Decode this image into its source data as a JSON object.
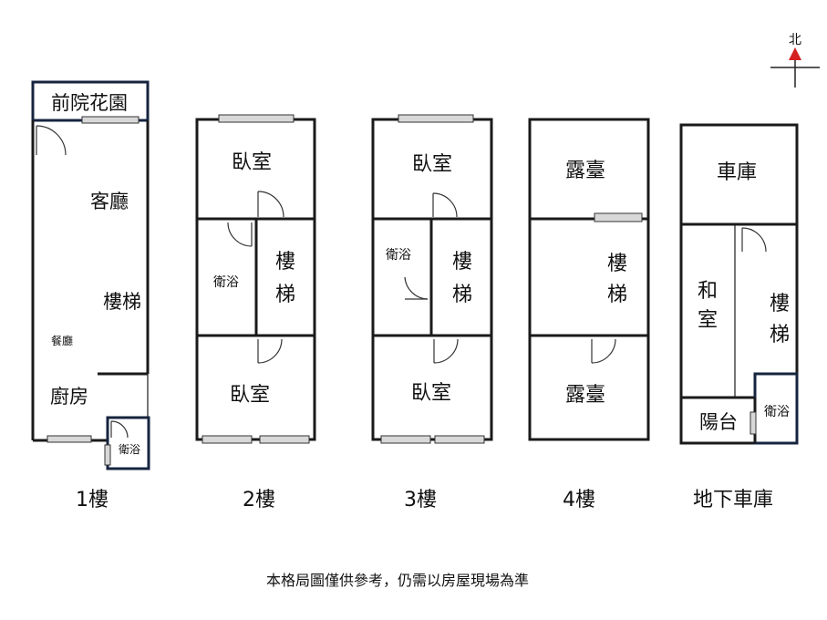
{
  "compass": {
    "label": "北",
    "icon": "north-arrow-icon",
    "arrow_color": "#d42020"
  },
  "floors": {
    "f1": {
      "label": "1樓",
      "rooms": {
        "garden": "前院花園",
        "living": "客廳",
        "stairs": "樓梯",
        "dining": "餐廳",
        "kitchen": "廚房",
        "bath": "衛浴"
      }
    },
    "f2": {
      "label": "2樓",
      "rooms": {
        "bed_top": "臥室",
        "bath": "衛浴",
        "stairs_a": "樓",
        "stairs_b": "梯",
        "bed_bottom": "臥室"
      }
    },
    "f3": {
      "label": "3樓",
      "rooms": {
        "bed_top": "臥室",
        "bath": "衛浴",
        "stairs_a": "樓",
        "stairs_b": "梯",
        "bed_bottom": "臥室"
      }
    },
    "f4": {
      "label": "4樓",
      "rooms": {
        "terrace_top": "露臺",
        "stairs_a": "樓",
        "stairs_b": "梯",
        "terrace_bottom": "露臺"
      }
    },
    "basement": {
      "label": "地下車庫",
      "rooms": {
        "garage": "車庫",
        "washitsu_a": "和",
        "washitsu_b": "室",
        "stairs_a": "樓",
        "stairs_b": "梯",
        "balcony": "陽台",
        "bath": "衛浴"
      }
    }
  },
  "colors": {
    "highlight_border": "#16243f",
    "walls": "#1a1a1a",
    "window_fill": "#d8d8d8"
  },
  "footer_note": "本格局圖僅供參考，仍需以房屋現場為準"
}
